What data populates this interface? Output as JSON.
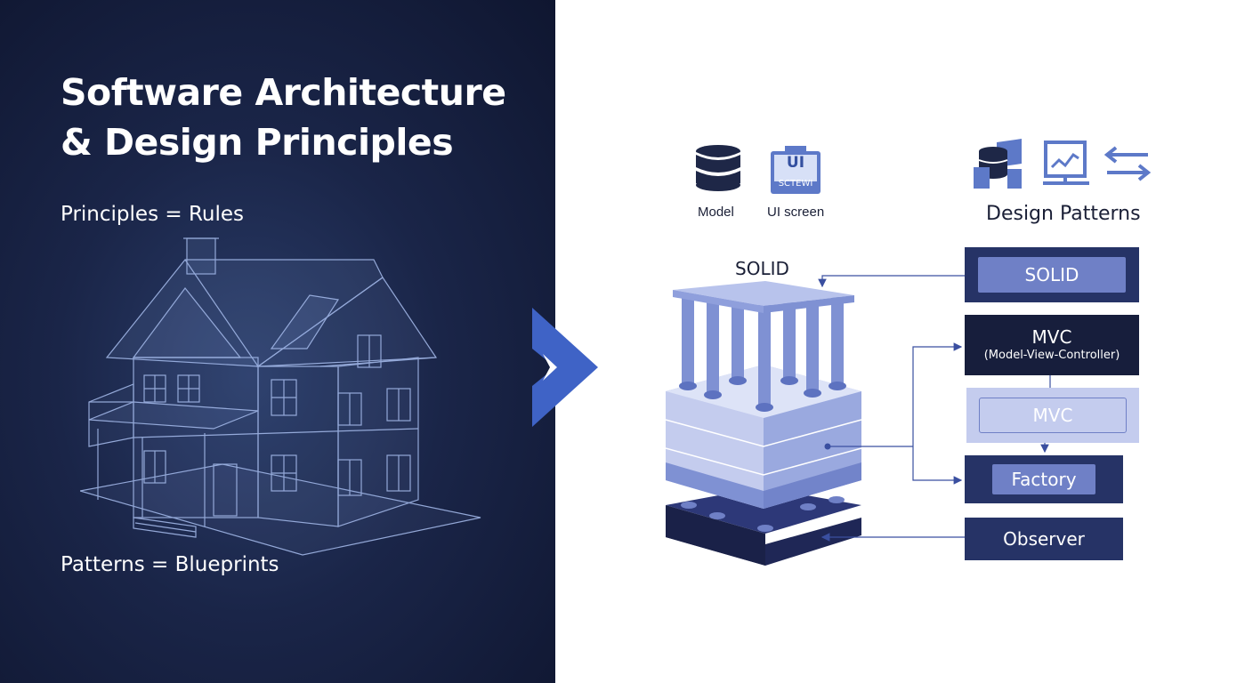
{
  "title": {
    "line1": "Software Architecture",
    "line2": "& Design Principles"
  },
  "left_labels": {
    "principles": "Principles = Rules",
    "patterns": "Patterns = Blueprints"
  },
  "icons": {
    "model": {
      "icon": "database-icon",
      "label": "Model"
    },
    "ui_screen": {
      "icon": "ui-screen-icon",
      "screen_text_1": "UI",
      "screen_text_2": "SCTEWI",
      "label": "UI screen"
    },
    "design_group": [
      "database-server-icon",
      "dashboard-monitor-icon",
      "swap-arrows-icon"
    ]
  },
  "design_patterns_title": "Design Patterns",
  "solid_structure_label": "SOLID",
  "pattern_boxes": {
    "solid": "SOLID",
    "mvc_title": "MVC",
    "mvc_subtitle": "(Model-View-Controller)",
    "mvc_light": "MVC",
    "factory": "Factory",
    "observer": "Observer"
  },
  "colors": {
    "dark_navy": "#171e3c",
    "navy": "#263366",
    "accent_blue": "#6f80c6",
    "light_periwinkle": "#c4ccee",
    "chevron_blue": "#3f63c6"
  }
}
